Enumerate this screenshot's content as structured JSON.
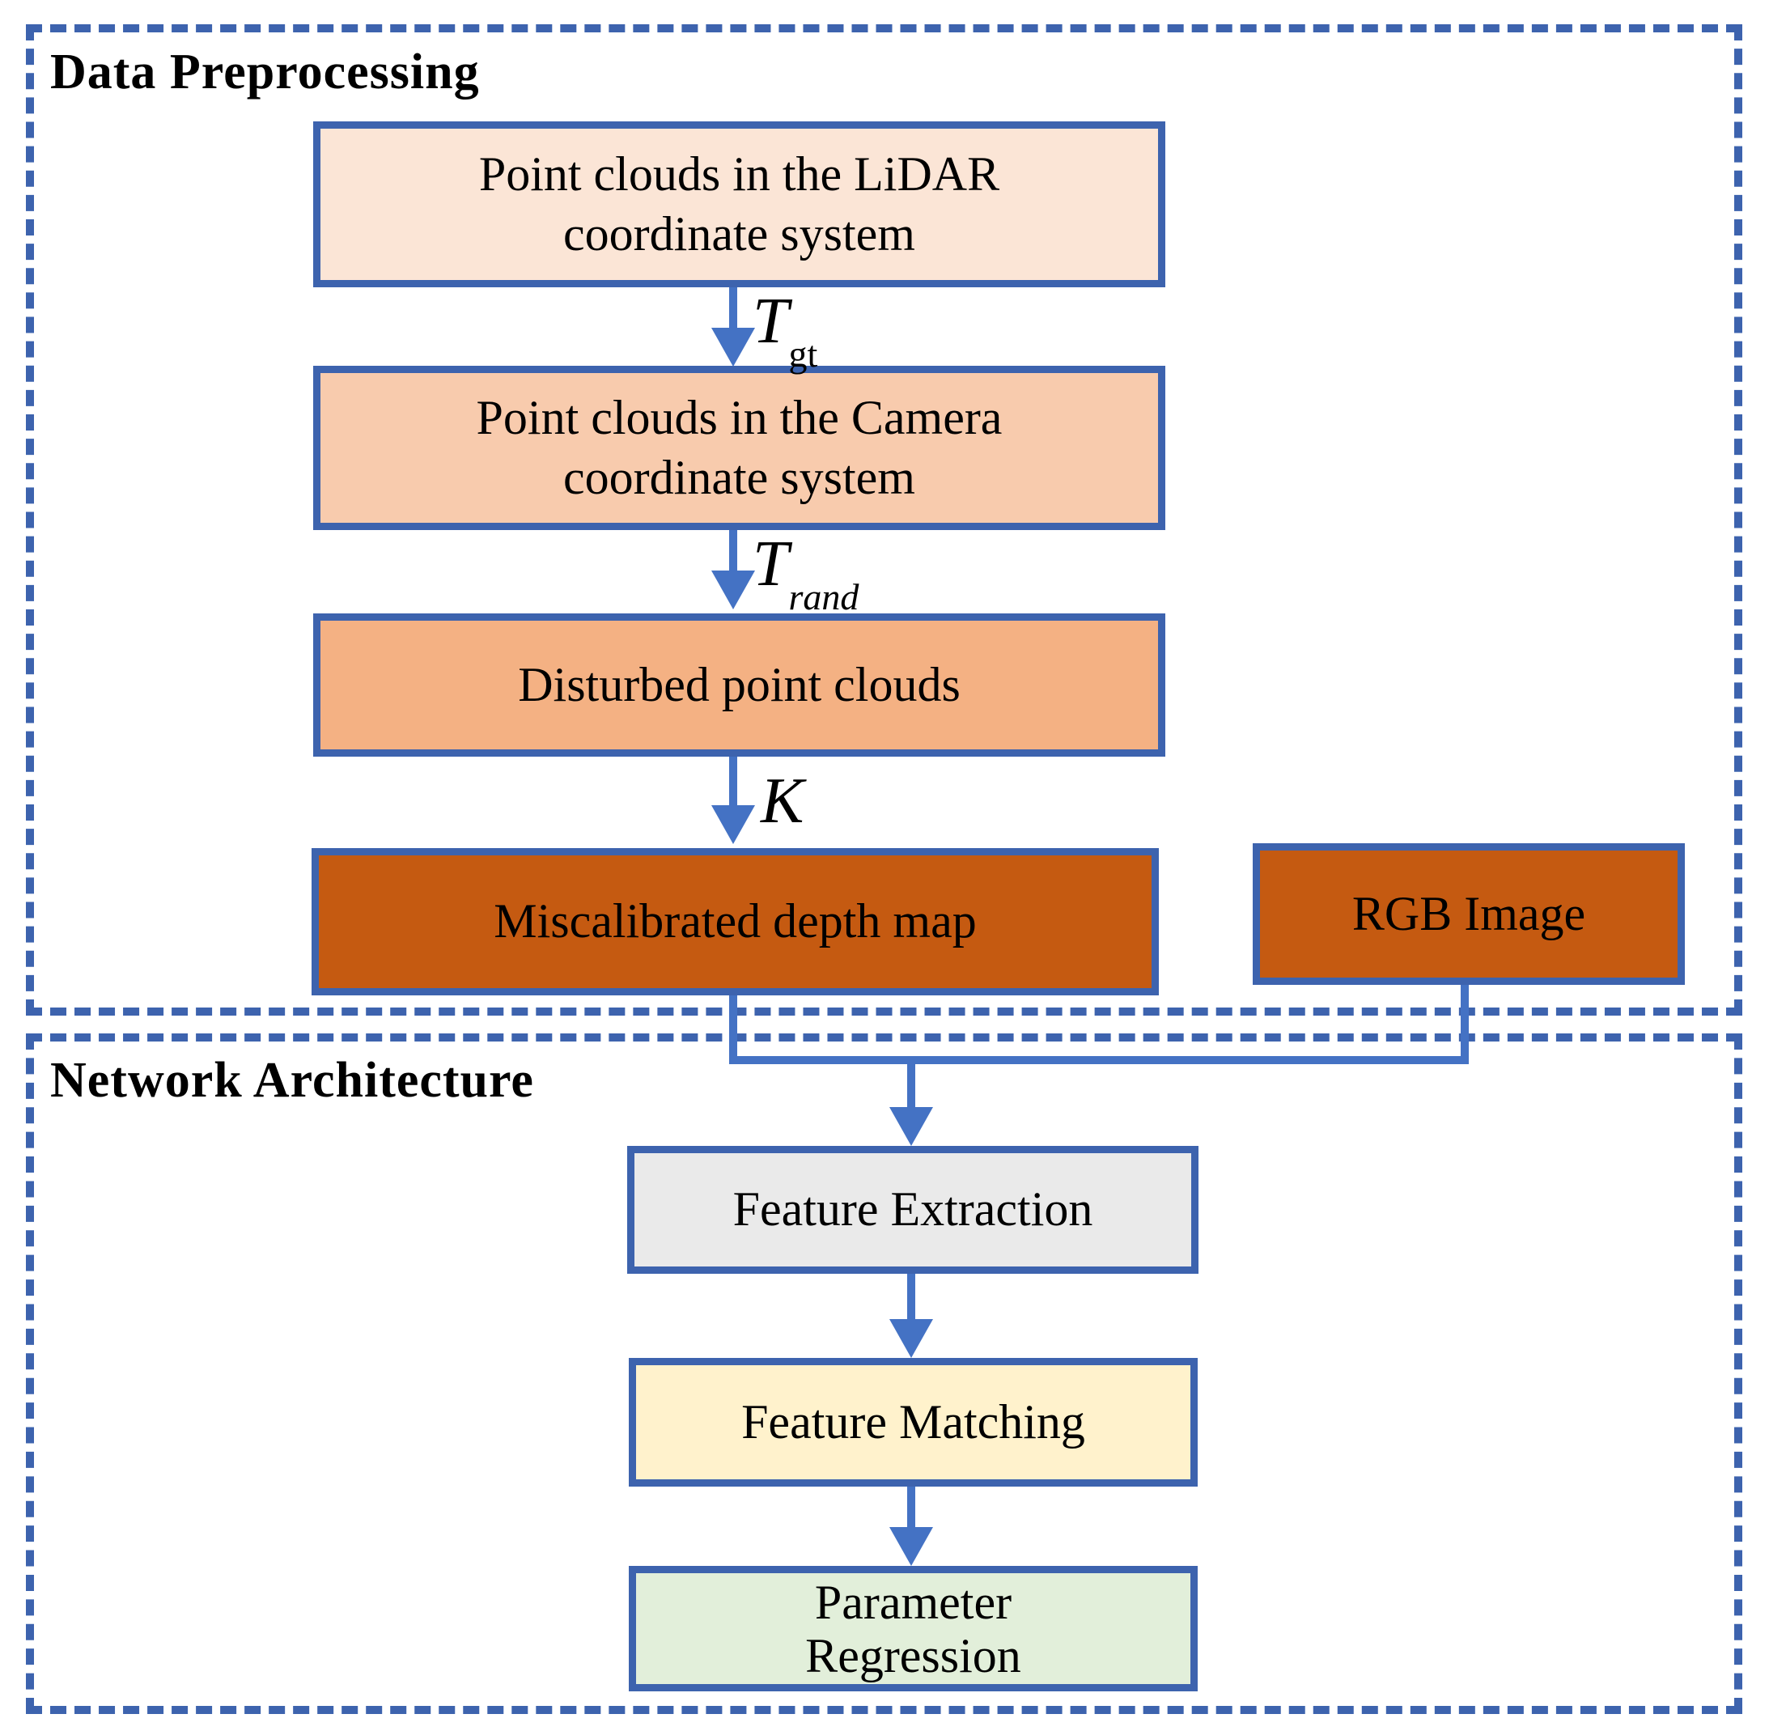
{
  "sections": {
    "preprocessing": {
      "title": "Data Preprocessing"
    },
    "network": {
      "title": "Network Architecture"
    }
  },
  "boxes": {
    "lidar": {
      "line1": "Point clouds in the LiDAR",
      "line2": "coordinate system",
      "fill": "#FBE5D6"
    },
    "camera": {
      "line1": "Point clouds in the Camera",
      "line2": "coordinate system",
      "fill": "#F8CBAD"
    },
    "disturbed": {
      "label": "Disturbed point clouds",
      "fill": "#F4B183"
    },
    "depth_map": {
      "label": "Miscalibrated depth map",
      "fill": "#C55A11"
    },
    "rgb_image": {
      "label": "RGB Image",
      "fill": "#C55A11"
    },
    "feature_extraction": {
      "label": "Feature Extraction",
      "fill": "#EAEAEA"
    },
    "feature_matching": {
      "label": "Feature Matching",
      "fill": "#FFF2CC"
    },
    "parameter_regression": {
      "line1": "Parameter",
      "line2": "Regression",
      "fill": "#E2EFDA"
    }
  },
  "edge_labels": {
    "t_gt": {
      "base": "T",
      "sub": "gt"
    },
    "t_rand": {
      "base": "T",
      "sub": "rand"
    },
    "k_label": {
      "base": "K",
      "sub": ""
    }
  },
  "colors": {
    "frame_dash_blue": "#3D63AE",
    "box_border_blue": "#3D63AE",
    "arrow_blue": "#4472C4",
    "text_black": "#000000",
    "background": "#FFFFFF"
  }
}
